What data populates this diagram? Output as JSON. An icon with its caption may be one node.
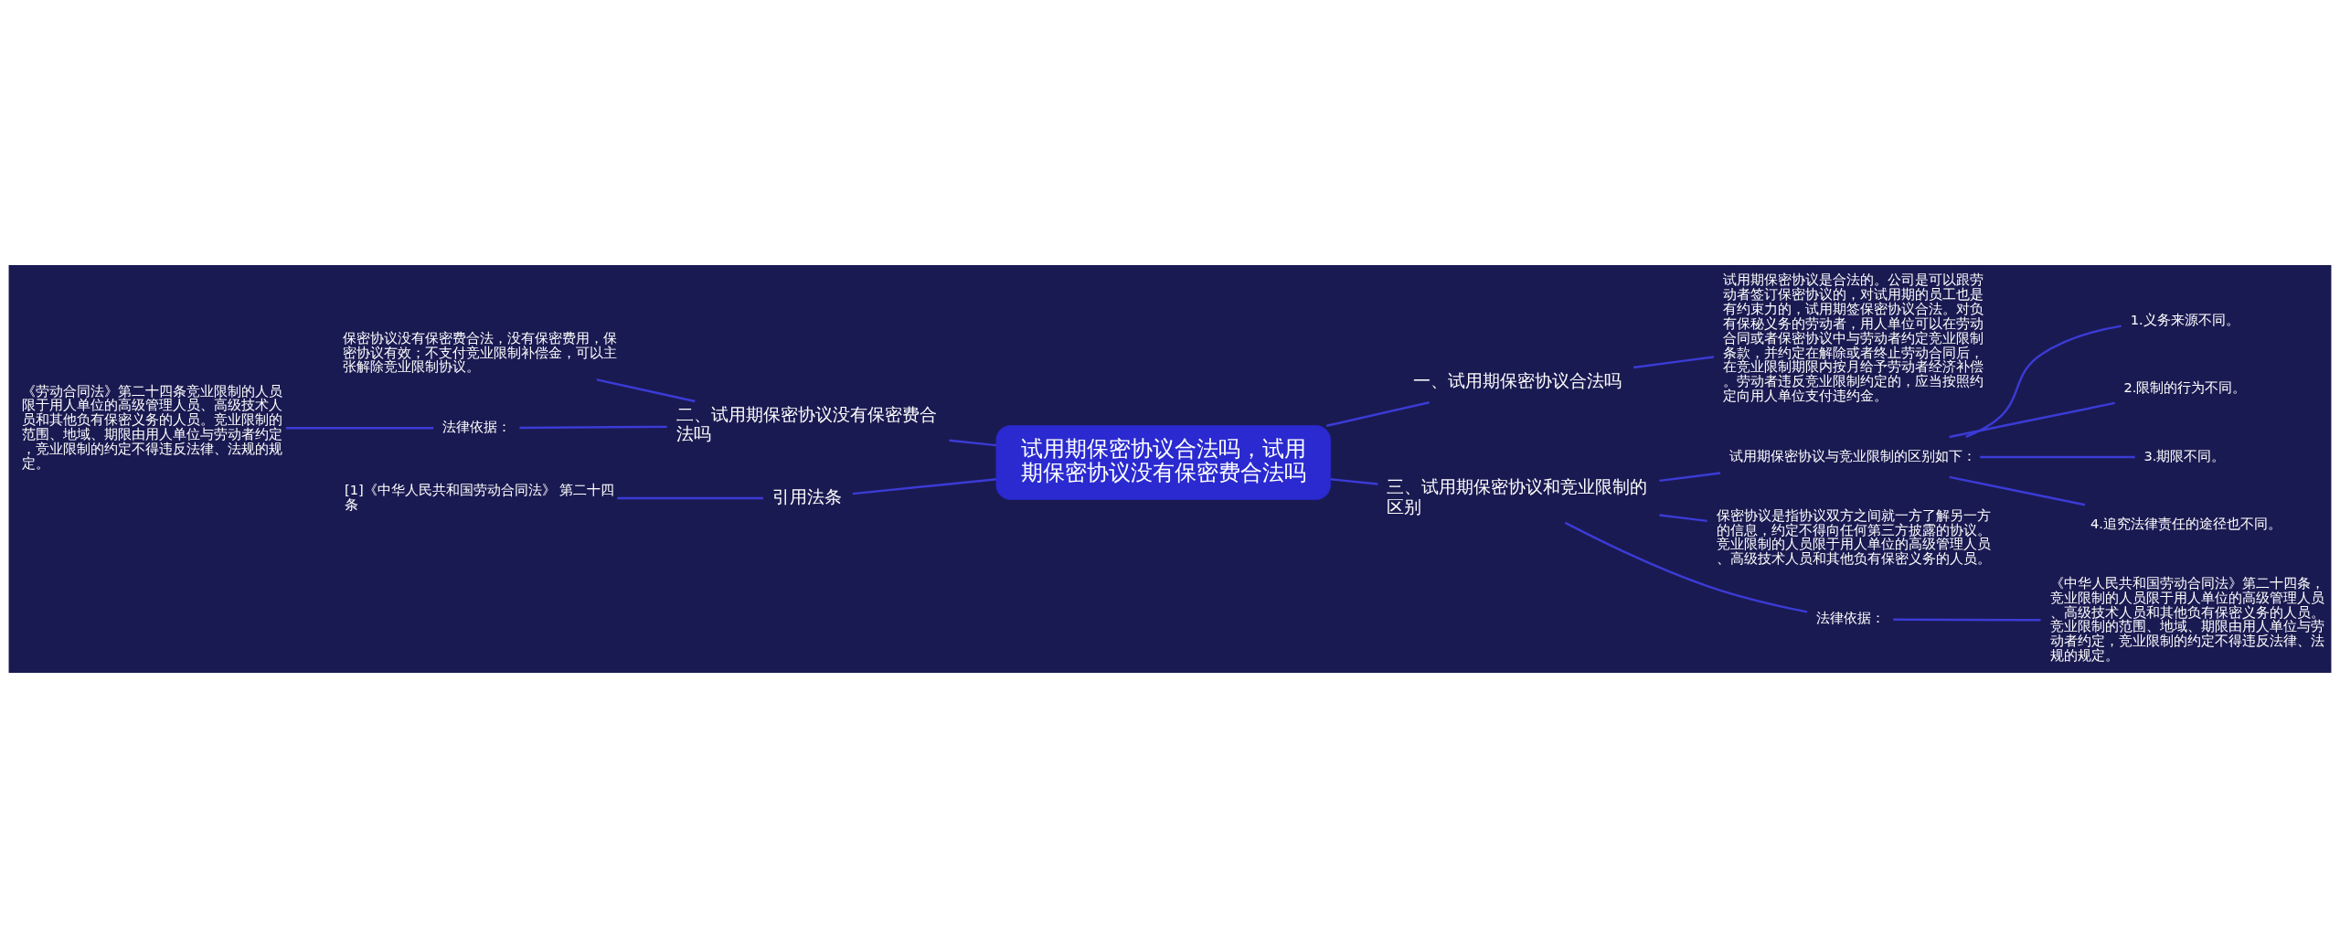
{
  "diagram": {
    "nodes": [
      {
        "text": [
          "试用期保密协议合法吗，试用期保密协议没有保密费合法吗"
        ]
      },
      {
        "text": [
          "一、试用期保密协议合法吗"
        ]
      },
      {
        "text": [
          "试用期保密协议是合法的。公司是可以跟劳动者签订保密协议的，对试用期的员工也是有约束力的，试用期签保密协议合法。对负有保秘义务的劳动者，用人单位可以在劳动合同或者保密协议中与劳动者约定竞业限制条款，并约定在解除或者终止劳动合同后，在竞业限制期限内按月给予劳动者经济补偿。劳动者违反竞业限制约定的，应当按照约定向用人单位支付违约金。"
        ]
      },
      {
        "text": [
          "三、试用期保密协议和竞业限制的区别"
        ]
      },
      {
        "text": [
          "试用期保密协议与竞业限制的区别如下："
        ]
      },
      {
        "text": [
          "1.义务来源不同。"
        ]
      },
      {
        "text": [
          "2.限制的行为不同。"
        ]
      },
      {
        "text": [
          "3.期限不同。"
        ]
      },
      {
        "text": [
          "4.追究法律责任的途径也不同。"
        ]
      },
      {
        "text": [
          "保密协议是指协议双方之间就一方了解另一方的信息，约定不得向任何第三方披露的协议。竞业限制的人员限于用人单位的高级管理人员、高级技术人员和其他负有保密义务的人员。"
        ]
      },
      {
        "text": [
          "法律依据："
        ]
      },
      {
        "text": [
          "《中华人民共和国劳动合同法》第二十四条，竞业限制的人员限于用人单位的高级管理人员、高级技术人员和其他负有保密义务的人员。竞业限制的范围、地域、期限由用人单位与劳动者约定，竞业限制的约定不得违反法律、法规的规定。"
        ]
      },
      {
        "text": [
          "二、试用期保密协议没有保密费合法吗"
        ]
      },
      {
        "text": [
          "保密协议没有保密费合法，没有保密费用，保密协议有效；不支付竞业限制补偿金，可以主张解除竞业限制协议。"
        ]
      },
      {
        "text": [
          "法律依据："
        ]
      },
      {
        "text": [
          "《劳动合同法》第二十四条竞业限制的人员限于用人单位的高级管理人员、高级技术人员和其他负有保密义务的人员。竞业限制的范围、地域、期限由用人单位与劳动者约定，竞业限制的约定不得违反法律、法规的规定。"
        ]
      },
      {
        "text": [
          "引用法条"
        ]
      },
      {
        "text": [
          "[1]《中华人民共和国劳动合同法》 第二十四条"
        ]
      }
    ],
    "edges": [
      {
        "from": 0,
        "to": 1,
        "arrow": "none"
      },
      {
        "from": 1,
        "to": 2,
        "arrow": "none"
      },
      {
        "from": 0,
        "to": 3,
        "arrow": "none"
      },
      {
        "from": 3,
        "to": 4,
        "arrow": "none"
      },
      {
        "from": 4,
        "to": 5,
        "arrow": "none"
      },
      {
        "from": 4,
        "to": 6,
        "arrow": "none"
      },
      {
        "from": 4,
        "to": 7,
        "arrow": "none"
      },
      {
        "from": 4,
        "to": 8,
        "arrow": "none"
      },
      {
        "from": 3,
        "to": 9,
        "arrow": "none"
      },
      {
        "from": 3,
        "to": 10,
        "arrow": "none"
      },
      {
        "from": 10,
        "to": 11,
        "arrow": "none"
      },
      {
        "from": 12,
        "to": 0,
        "arrow": "none"
      },
      {
        "from": 13,
        "to": 12,
        "arrow": "none"
      },
      {
        "from": 14,
        "to": 12,
        "arrow": "none"
      },
      {
        "from": 15,
        "to": 14,
        "arrow": "none"
      },
      {
        "from": 16,
        "to": 0,
        "arrow": "none"
      },
      {
        "from": 17,
        "to": 16,
        "arrow": "none"
      }
    ]
  }
}
